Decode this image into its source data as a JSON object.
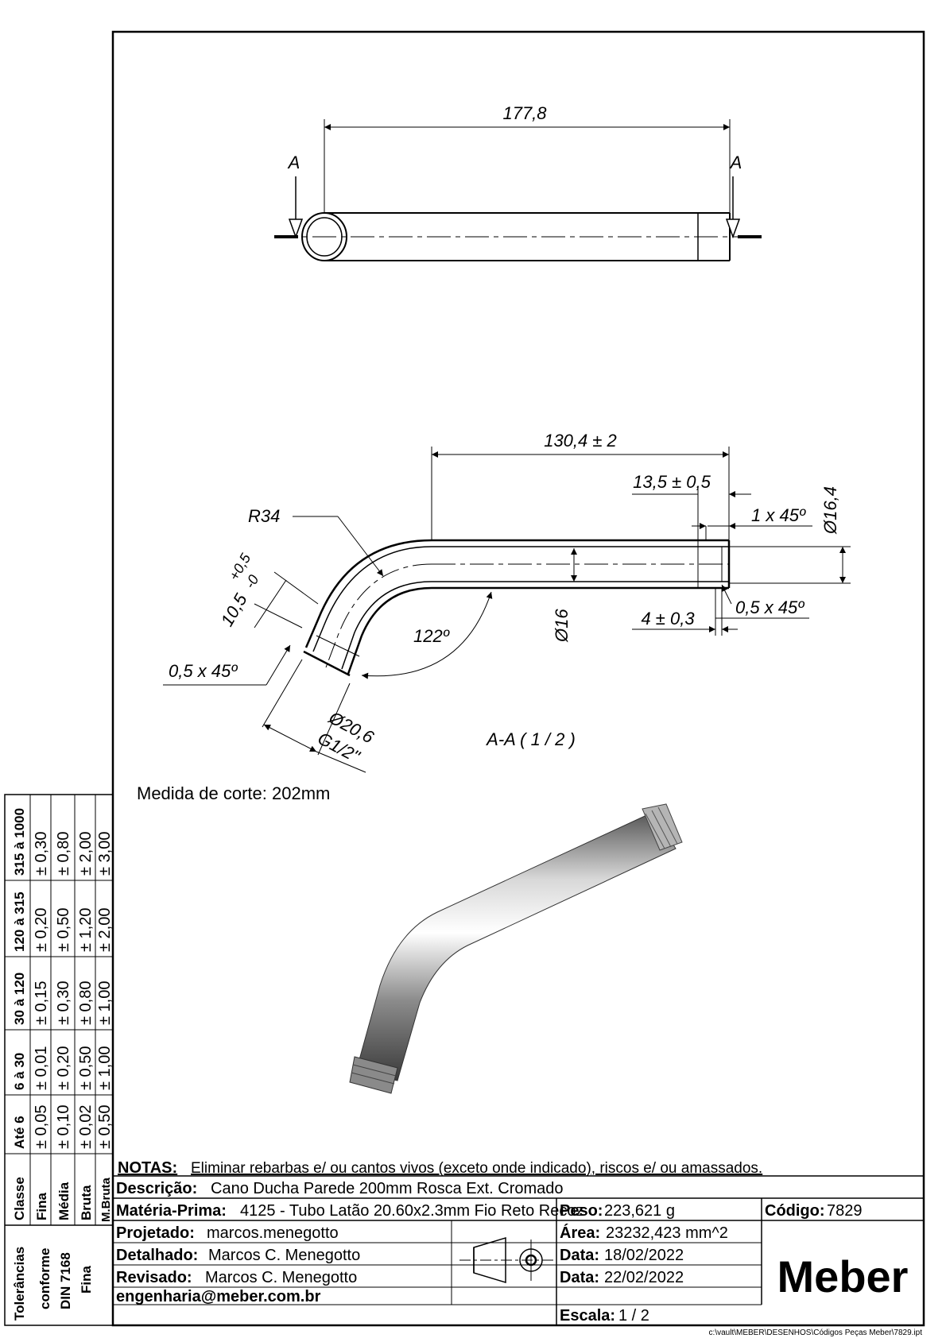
{
  "view_top": {
    "length": "177,8",
    "section_mark_left": "A",
    "section_mark_right": "A"
  },
  "section": {
    "length": "130,4 ± 2",
    "thread_length": "13,5 ± 0,5",
    "chamfer_outer": "1 x 45º",
    "diameter_outer_end": "Ø16,4",
    "chamfer_inner": "0,5 x 45º",
    "inner_length": "4 ± 0,3",
    "radius": "R34",
    "bend_length_a": "10,5",
    "bend_length_tol_plus": "+0,5",
    "bend_length_tol_minus": "-0",
    "chamfer_left": "0,5 x 45º",
    "angle": "122º",
    "diameter_inner": "Ø16",
    "diameter_thread": "Ø20,6",
    "thread": "G1/2\"",
    "label": "A-A ( 1 / 2 )"
  },
  "cut_note": "Medida de corte: 202mm",
  "tolerances": {
    "side_label": [
      "Tolerâncias",
      "conforme",
      "DIN 7168",
      "Fina"
    ],
    "header_classe": "Classe",
    "ranges": [
      "Até 6",
      "6 à 30",
      "30 à 120",
      "120 à 315",
      "315 à 1000"
    ],
    "classes": [
      {
        "name": "Fina",
        "values": [
          "± 0,05",
          "± 0,01",
          "± 0,15",
          "± 0,20",
          "± 0,30"
        ]
      },
      {
        "name": "Média",
        "values": [
          "± 0,10",
          "± 0,20",
          "± 0,30",
          "± 0,50",
          "± 0,80"
        ]
      },
      {
        "name": "Bruta",
        "values": [
          "± 0,02",
          "± 0,50",
          "± 0,80",
          "± 1,20",
          "± 2,00"
        ]
      },
      {
        "name": "M.Bruta",
        "values": [
          "± 0,50",
          "± 1,00",
          "± 1,00",
          "± 2,00",
          "± 3,00"
        ]
      }
    ]
  },
  "title_block": {
    "notes_label": "NOTAS:",
    "notes_text": " Eliminar rebarbas e/ ou cantos vivos (exceto onde indicado), riscos e/ ou amassados.",
    "descricao_label": "Descrição:",
    "descricao": " Cano Ducha Parede 200mm Rosca Ext. Cromado",
    "materia_label": "Matéria-Prima:",
    "materia": " 4125 - Tubo Latão 20.60x2.3mm Fio Reto Recoz",
    "peso_label": "Peso:",
    "peso": " 223,621 g",
    "codigo_label": "Código:",
    "codigo": " 7829",
    "projetado_label": "Projetado:",
    "projetado": " marcos.menegotto",
    "area_label": "Área:",
    "area": "23232,423 mm^2",
    "detalhado_label": "Detalhado:",
    "detalhado": " Marcos C. Menegotto",
    "data1_label": "Data:",
    "data1": " 18/02/2022",
    "revisado_label": "Revisado:",
    "revisado": " Marcos C. Menegotto",
    "data2_label": "Data:",
    "data2": " 22/02/2022",
    "email": "engenharia@meber.com.br",
    "escala_label": "Escala:",
    "escala": " 1 / 2",
    "logo": "Meber"
  },
  "file_path": "c:\\vault\\MEBER\\DESENHOS\\Códigos Peças Meber\\7829.ipt"
}
